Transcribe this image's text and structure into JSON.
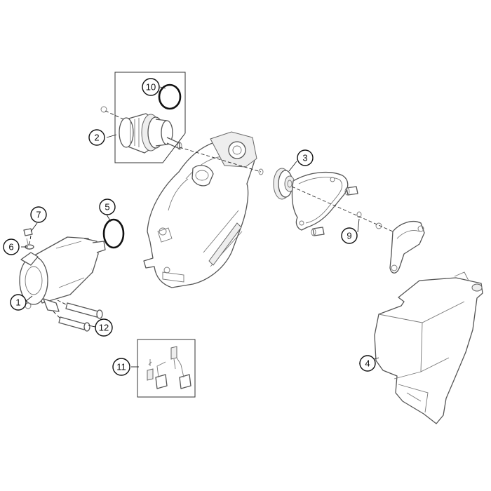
{
  "callouts": [
    {
      "id": "c1",
      "label": "1"
    },
    {
      "id": "c2",
      "label": "2"
    },
    {
      "id": "c3",
      "label": "3"
    },
    {
      "id": "c4",
      "label": "4"
    },
    {
      "id": "c5",
      "label": "5"
    },
    {
      "id": "c6",
      "label": "6"
    },
    {
      "id": "c7",
      "label": "7"
    },
    {
      "id": "c9",
      "label": "9"
    },
    {
      "id": "c10",
      "label": "10"
    },
    {
      "id": "c11",
      "label": "11"
    },
    {
      "id": "c12",
      "label": "12"
    }
  ]
}
